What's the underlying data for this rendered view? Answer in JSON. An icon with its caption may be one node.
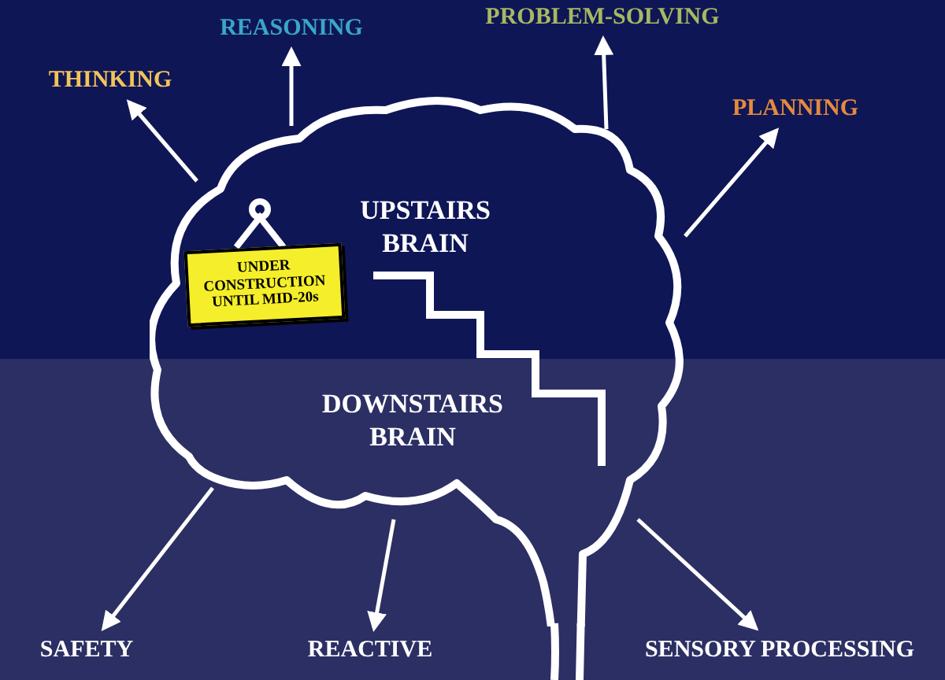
{
  "diagram": {
    "nodes": [
      {
        "text": [
          "UPSTAIRS BRAIN"
        ]
      },
      {
        "text": [
          "DOWNSTAIRS BRAIN"
        ]
      },
      {
        "text": [
          "UNDER CONSTRUCTION UNTIL MID-20s"
        ],
        "in": 0
      },
      {
        "text": [
          "THINKING"
        ]
      },
      {
        "text": [
          "REASONING"
        ]
      },
      {
        "text": [
          "PROBLEM-SOLVING"
        ]
      },
      {
        "text": [
          "PLANNING"
        ]
      },
      {
        "text": [
          "SAFETY"
        ]
      },
      {
        "text": [
          "REACTIVE"
        ]
      },
      {
        "text": [
          "SENSORY PROCESSING"
        ]
      }
    ],
    "edges": [
      {
        "from": 0,
        "to": 3,
        "arrow": "to"
      },
      {
        "from": 0,
        "to": 4,
        "arrow": "to"
      },
      {
        "from": 0,
        "to": 5,
        "arrow": "to"
      },
      {
        "from": 0,
        "to": 6,
        "arrow": "to"
      },
      {
        "from": 1,
        "to": 7,
        "arrow": "to"
      },
      {
        "from": 1,
        "to": 8,
        "arrow": "to"
      },
      {
        "from": 1,
        "to": 9,
        "arrow": "to"
      }
    ]
  }
}
